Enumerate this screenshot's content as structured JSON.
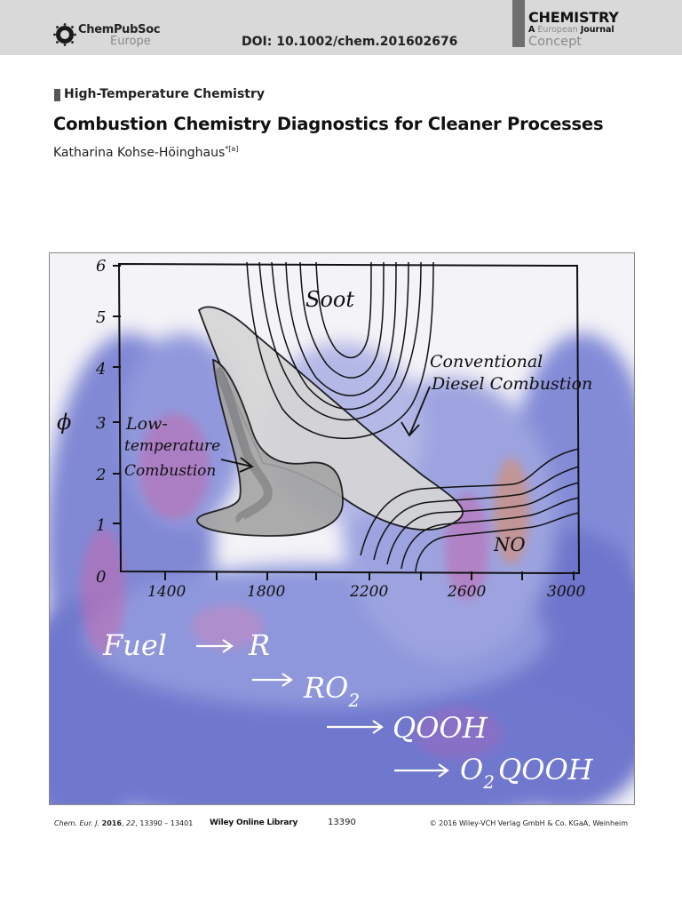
{
  "header": {
    "publisher_name": "ChemPubSoc",
    "publisher_region": "Europe",
    "doi": "DOI: 10.1002/chem.201602676",
    "journal_title": "CHEMISTRY",
    "journal_sub_a": "A",
    "journal_sub_european": "European",
    "journal_sub_journal": "Journal",
    "article_type": "Concept",
    "accent_bar_color": "#6f6f6f",
    "background_color": "#d9d9d9"
  },
  "section_label": "High-Temperature Chemistry",
  "title": "Combustion Chemistry Diagnostics for Cleaner Processes",
  "author": {
    "name": "Katharina Kohse-Höinghaus",
    "marker": "*[a]"
  },
  "figure": {
    "y_axis_label": "ϕ",
    "y_ticks": [
      "0",
      "1",
      "2",
      "3",
      "4",
      "5",
      "6"
    ],
    "x_ticks": [
      "1400",
      "1800",
      "2200",
      "2600",
      "3000"
    ],
    "labels": {
      "soot": "Soot",
      "conventional_line1": "Conventional",
      "conventional_line2": "Diesel Combustion",
      "low_temp_line1": "Low-",
      "low_temp_line2": "temperature",
      "low_temp_line3": "Combustion",
      "no": "NO"
    },
    "reaction": {
      "step1_a": "Fuel",
      "step1_b": "R",
      "step2": "RO",
      "step2_sub": "2",
      "step3": "QOOH",
      "step4_pre": "O",
      "step4_sub": "2",
      "step4_post": "QOOH"
    },
    "background_colors": [
      "#5560c8",
      "#7a86d8",
      "#c26ab0",
      "#e08a5c",
      "#f4f3f7"
    ]
  },
  "footer": {
    "journal_abbrev": "Chem. Eur. J.",
    "year": "2016",
    "volume": "22",
    "pages": "13390 – 13401",
    "library": "Wiley Online Library",
    "page_number": "13390",
    "copyright": "© 2016 Wiley-VCH Verlag GmbH & Co. KGaA, Weinheim"
  }
}
